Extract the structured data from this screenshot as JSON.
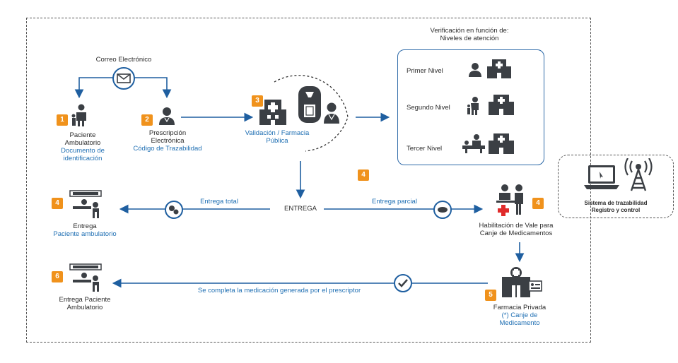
{
  "email": {
    "label": "Correo Electrónico"
  },
  "steps": {
    "s1": {
      "number": "1",
      "title": "Paciente Ambulatorio",
      "sub": "Documento de identificación"
    },
    "s2": {
      "number": "2",
      "title": "Prescripción Electrónica",
      "sub": "Código de Trazabilidad"
    },
    "s3": {
      "number": "3",
      "title": "Validación / Farmacia Pública"
    },
    "s4_floating": {
      "number": "4"
    },
    "s4_left": {
      "number": "4",
      "title": "Entrega",
      "sub": "Paciente ambulatorio"
    },
    "s4_right": {
      "number": "4",
      "title": "Habilitación de Vale para Canje de Medicamentos"
    },
    "s5": {
      "number": "5",
      "title": "Farmacia Privada",
      "sub": "(*) Canje de Medicamento"
    },
    "s6": {
      "number": "6",
      "title": "Entrega Paciente Ambulatorio"
    }
  },
  "levels": {
    "heading": "Verificación en función de: Niveles de atención",
    "items": [
      "Primer Nivel",
      "Segundo Nivel",
      "Tercer Nivel"
    ]
  },
  "flow": {
    "entrega": "ENTREGA",
    "total": "Entrega total",
    "parcial": "Entrega parcial",
    "complete": "Se completa la medicación generada por el prescriptor"
  },
  "system": {
    "title": "Sistema de trazabilidad",
    "subtitle": "Registro y control"
  },
  "colors": {
    "accent": "#1f6fb3",
    "badge": "#f0921c",
    "icon": "#3b3f44",
    "cross": "#e02b2b"
  }
}
